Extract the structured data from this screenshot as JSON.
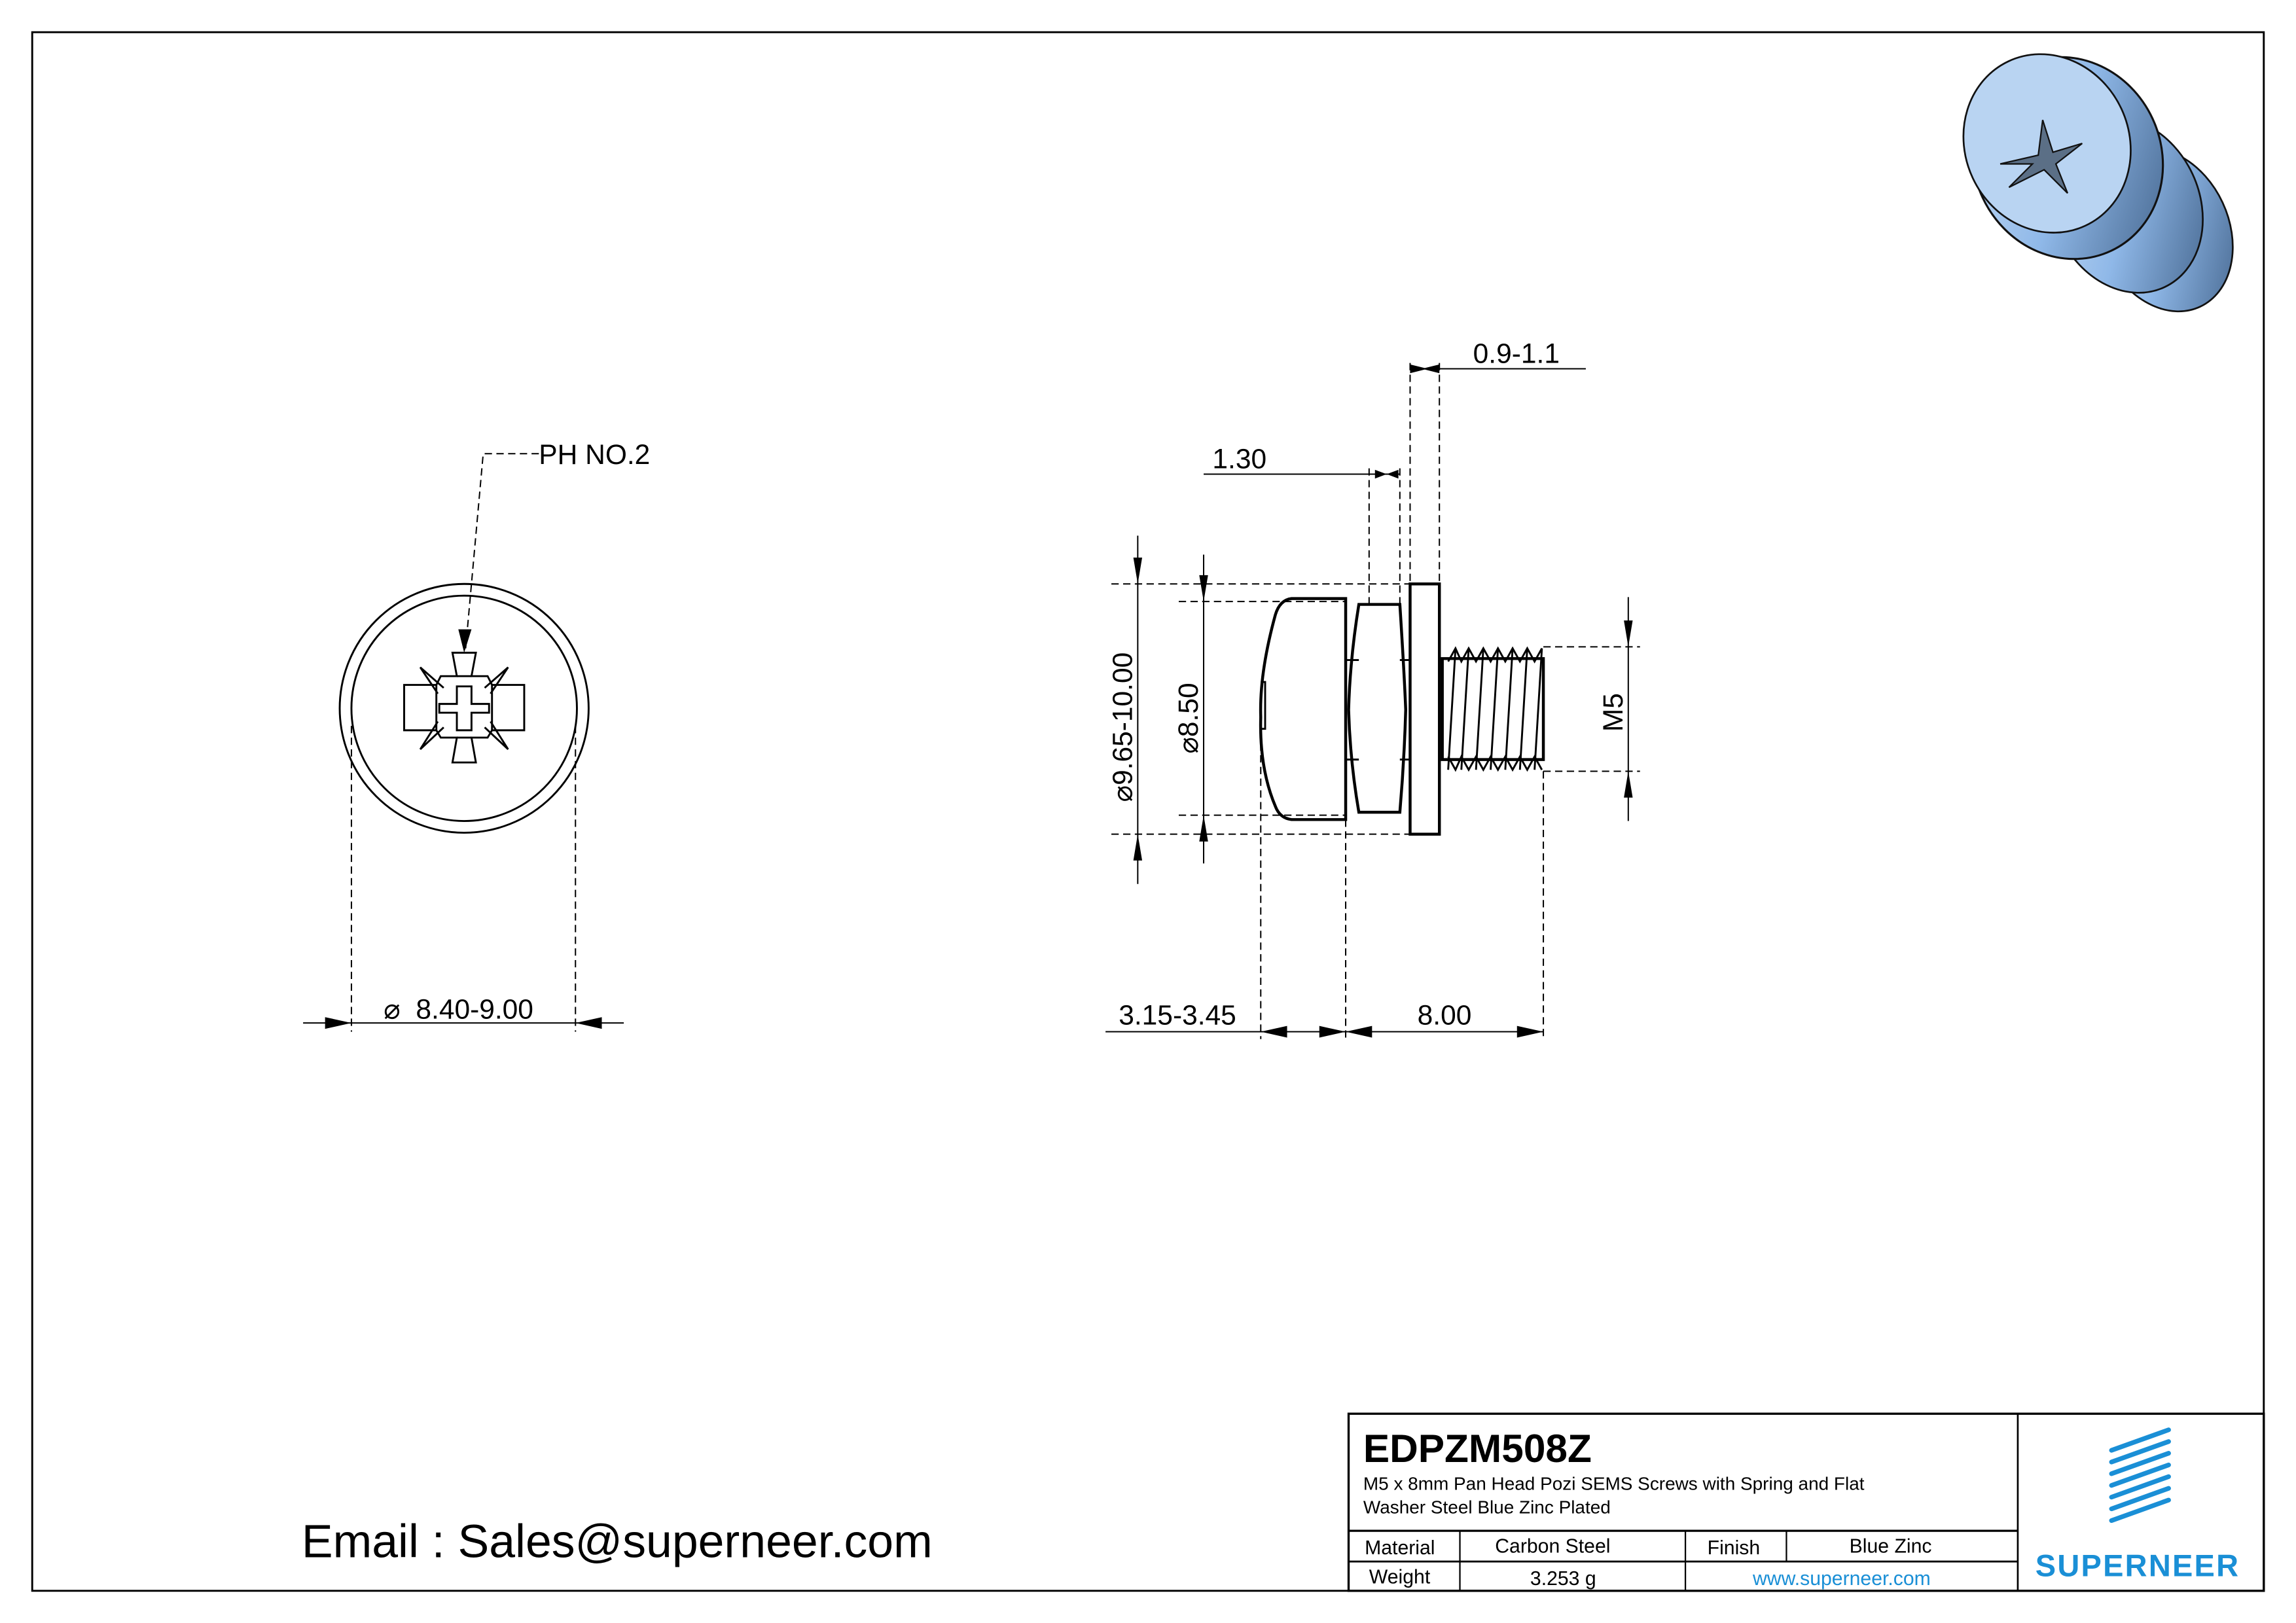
{
  "drawing": {
    "callout_label": "PH NO.2",
    "front_view": {
      "diameter_label": "8.40-9.00",
      "diameter_symbol": "⌀"
    },
    "side_view": {
      "washer_thickness": "0.9-1.1",
      "spring_washer_thickness": "1.30",
      "washer_diameter": "⌀9.65-10.00",
      "head_diameter": "⌀8.50",
      "thread": "M5",
      "head_height": "3.15-3.45",
      "length": "8.00"
    },
    "render_3d": "blue-zinc-screw-render"
  },
  "contact": {
    "email_line": "Email : Sales@superneer.com"
  },
  "title_block": {
    "part_number": "EDPZM508Z",
    "description_line1": "M5 x 8mm Pan Head Pozi SEMS Screws with Spring and Flat",
    "description_line2": "Washer Steel Blue Zinc Plated",
    "material_label": "Material",
    "material_value": "Carbon Steel",
    "finish_label": "Finish",
    "finish_value": "Blue Zinc",
    "weight_label": "Weight",
    "weight_value": "3.253 g",
    "website": "www.superneer.com",
    "brand": "SUPERNEER",
    "brand_color": "#1a8fd6"
  }
}
